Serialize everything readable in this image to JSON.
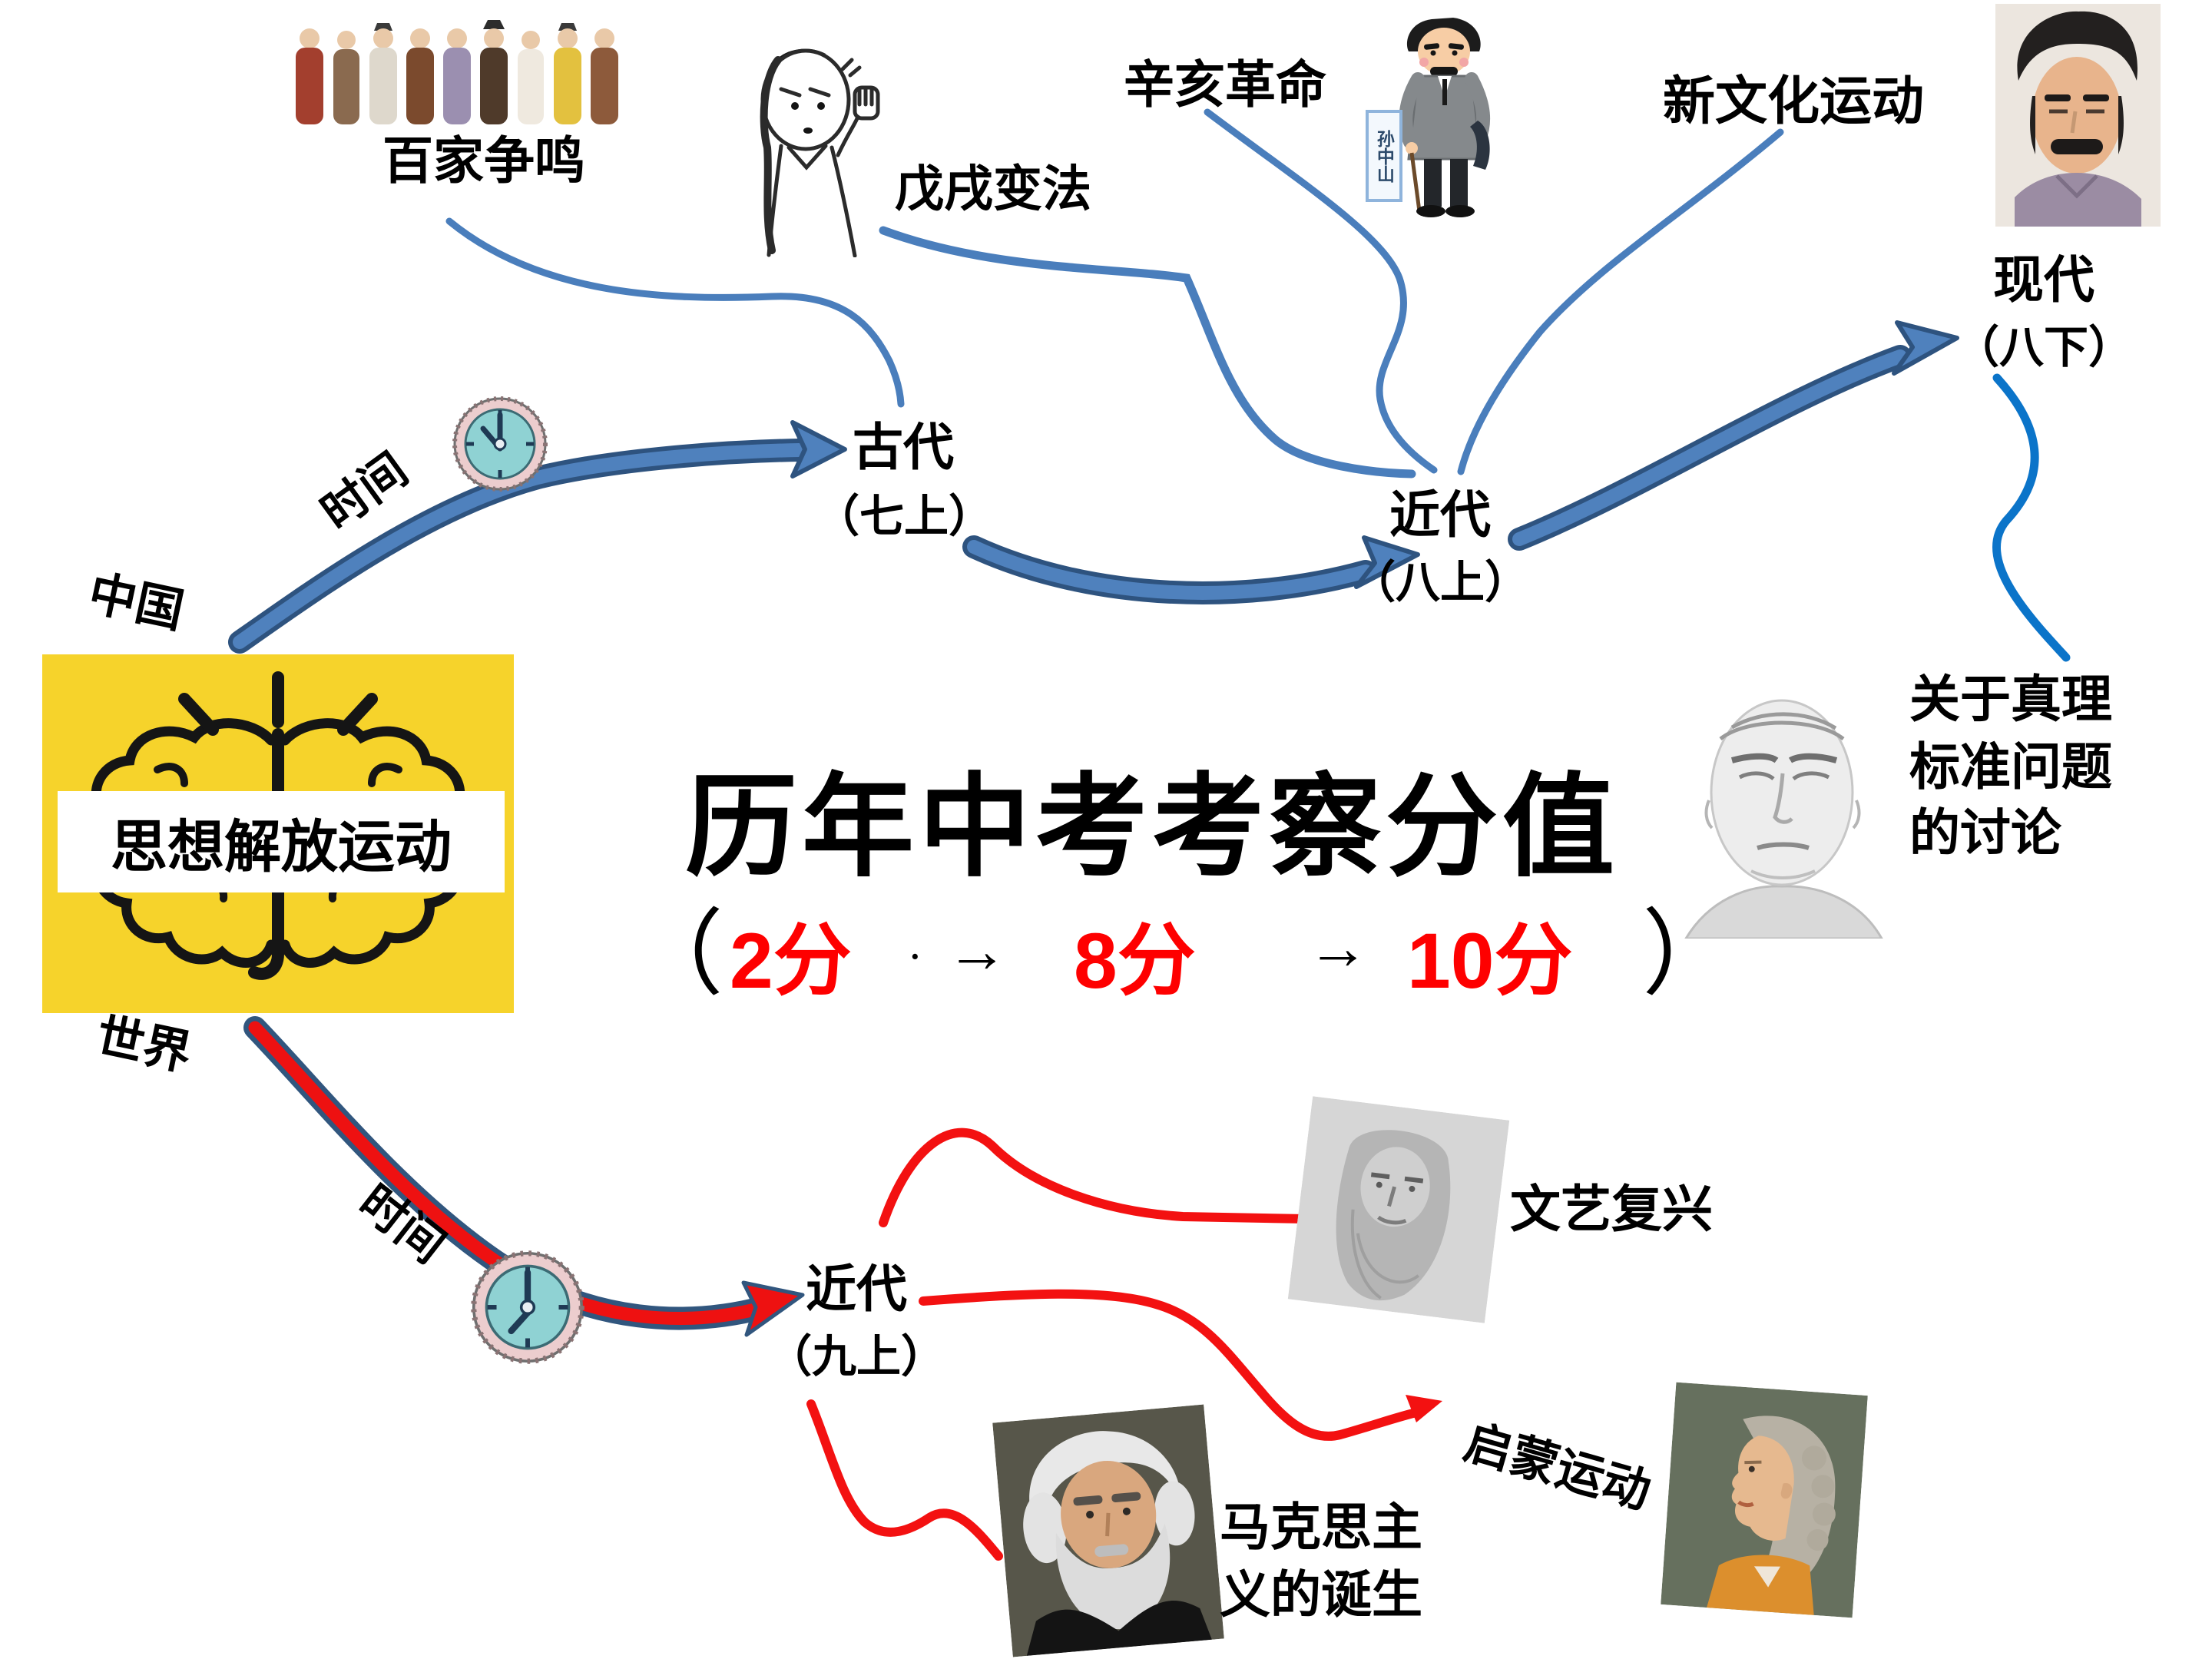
{
  "title": {
    "text": "历年中考考察分值"
  },
  "subtitle": {
    "paren_open": "（",
    "paren_close": "）",
    "score1": "2分",
    "score2": "8分",
    "score3": "10分",
    "arrow": "→",
    "dot": "·",
    "color": "#fe0000"
  },
  "center": {
    "label": "思想解放运动",
    "china": "中国",
    "world": "世界",
    "box_color": "#f6d32b"
  },
  "china_branch": {
    "time": "时间",
    "ancient": {
      "title": "古代",
      "sub": "（七上）"
    },
    "modern": {
      "title": "近代",
      "sub": "（八上）"
    },
    "contemporary": {
      "title": "现代",
      "sub": "（八下）"
    },
    "topics": {
      "hundred_schools": "百家争鸣",
      "wuxu_reform": "戊戌变法",
      "xinhai_revolution": "辛亥革命",
      "new_culture": "新文化运动",
      "truth_lines": [
        "关于真理",
        "标准问题",
        "的讨论"
      ]
    },
    "sun_sign": "孙中山"
  },
  "world_branch": {
    "time": "时间",
    "modern": {
      "title": "近代",
      "sub": "（九上）"
    },
    "topics": {
      "renaissance": "文艺复兴",
      "enlightenment": "启蒙运动",
      "marxism_lines": [
        "马克思主",
        "义的诞生"
      ]
    }
  },
  "colors": {
    "branch_blue": "#4f81bd",
    "branch_blue_dark": "#2e537f",
    "thin_blue": "#4a7ebc",
    "bright_blue": "#0b74c9",
    "red": "#ee1111",
    "yellow": "#f6d32b"
  }
}
